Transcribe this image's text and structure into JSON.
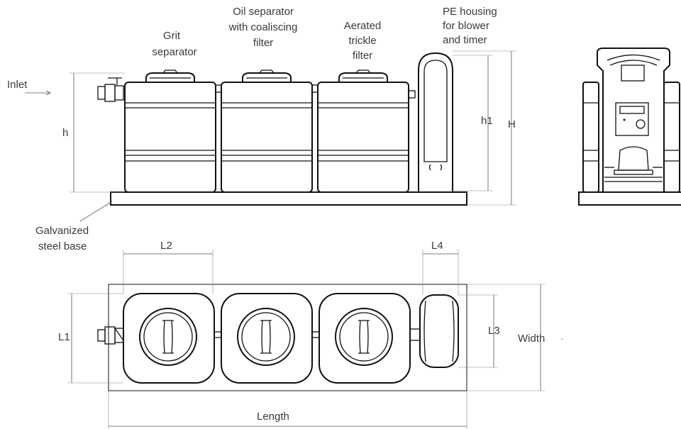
{
  "labels": {
    "inlet": "Inlet",
    "grit_1": "Grit",
    "grit_2": "separator",
    "oil_1": "Oil separator",
    "oil_2": "with coaliscing",
    "oil_3": "filter",
    "aer_1": "Aerated",
    "aer_2": "trickle",
    "aer_3": "filter",
    "pe_1": "PE housing",
    "pe_2": "for blower",
    "pe_3": "and timer",
    "base_1": "Galvanized",
    "base_2": "steel base"
  },
  "dimensions": {
    "h": "h",
    "h1": "h1",
    "H": "H",
    "L1": "L1",
    "L2": "L2",
    "L3": "L3",
    "L4": "L4",
    "width": "Width",
    "length": "Length"
  }
}
